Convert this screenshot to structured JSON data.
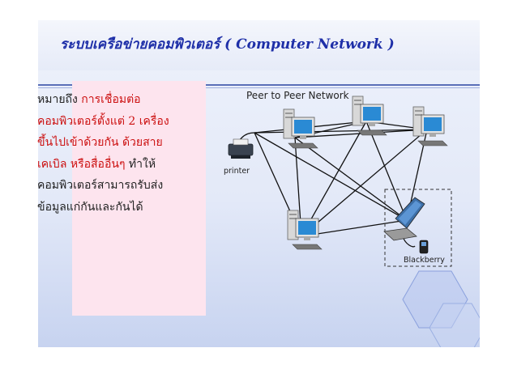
{
  "slide": {
    "title": "ระบบเครือข่ายคอมพิวเตอร์ ( Computer Network )",
    "description": {
      "intro": "หมายถึง ",
      "highlight": "การเชื่อมต่อคอมพิวเตอร์ตั้งแต่ 2 เครื่องขึ้นไปเข้าด้วยกัน ด้วยสายเคเบิล หรือสื่ออื่นๆ",
      "rest": " ทำให้คอมพิวเตอร์สามารถรับส่งข้อมูลแก่กันและกันได้"
    }
  },
  "diagram": {
    "title": "Peer to Peer Network",
    "printer_label": "printer",
    "blackberry_label": "Blackberry"
  },
  "colors": {
    "title": "#1e2fa8",
    "highlight": "#cc1010",
    "desc_box": "#fde4ee",
    "monitor_screen": "#2a8ad4"
  }
}
